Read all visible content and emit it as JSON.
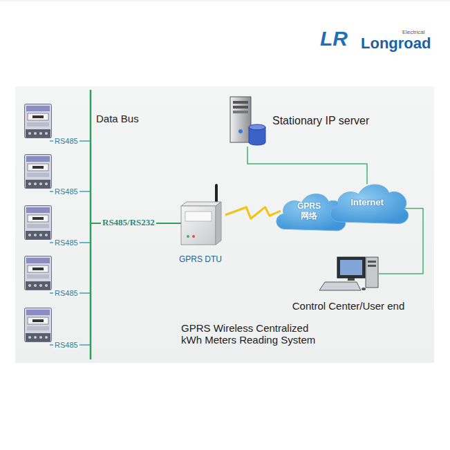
{
  "diagram": {
    "caption": "GPRS Wireless Centralized kWh Meters Reading System",
    "nodes": [
      {
        "text": [
          "Stationary IP server"
        ]
      },
      {
        "text": [
          "GPRS DTU"
        ]
      },
      {
        "text": [
          "GPRS 网络"
        ]
      },
      {
        "text": [
          "Internet"
        ]
      },
      {
        "text": [
          "Control Center/User end"
        ]
      }
    ],
    "edges": [
      {
        "from": 1,
        "to": 2,
        "arrow": "none"
      },
      {
        "from": 0,
        "to": 3,
        "arrow": "none"
      },
      {
        "from": 3,
        "to": 4,
        "arrow": "none"
      }
    ],
    "labels": [
      "LR",
      "Electrical",
      "Longroad",
      "Data Bus",
      "RS485",
      "RS485",
      "RS485/RS232",
      "RS485",
      "RS485",
      "RS485"
    ]
  }
}
